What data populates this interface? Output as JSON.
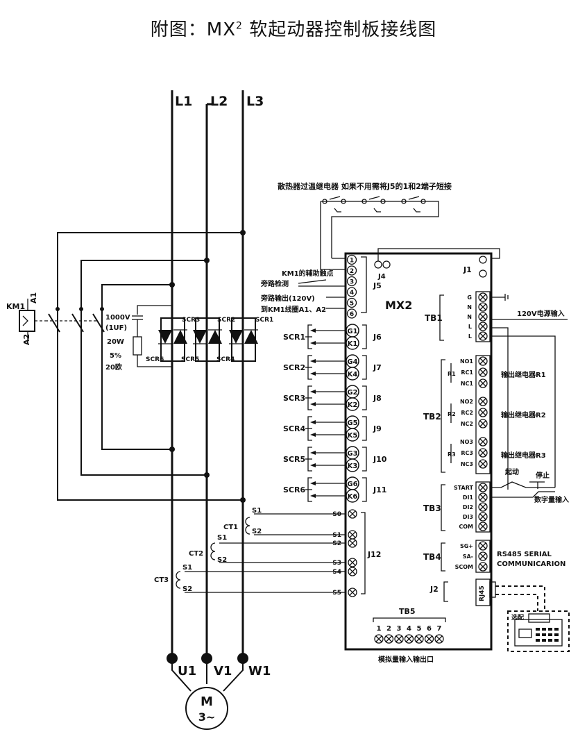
{
  "title": {
    "prefix": "附图：MX",
    "sup": "2",
    "suffix": " 软起动器控制板接线图"
  },
  "phases": {
    "l1": "L1",
    "l2": "L2",
    "l3": "L3"
  },
  "outputs": {
    "u1": "U1",
    "v1": "V1",
    "w1": "W1"
  },
  "motor": {
    "m": "M",
    "phase": "3~"
  },
  "contactor": {
    "name": "KM1",
    "a1": "A1",
    "a2": "A2"
  },
  "snubber": {
    "line1": "1000V",
    "line2": "(1UF)",
    "line3": "20W",
    "line4": "5%",
    "line5": "20欧"
  },
  "scr_labels": [
    "SCR1",
    "SCR2",
    "SCR3",
    "SCR4",
    "SCR5",
    "SCR6"
  ],
  "overload_note": "散热器过温继电器 如果不用需将J5的1和2端子短接",
  "board": {
    "name": "MX2"
  },
  "j5": {
    "label": "J5",
    "pins": [
      "1",
      "2",
      "3",
      "4",
      "5",
      "6"
    ],
    "note_km": "KM1的辅助触点",
    "note_bypass": "旁路检测",
    "note_out": "旁路输出(120V)",
    "note_coil": "到KM1线圈A1、A2"
  },
  "j4": "J4",
  "j1": "J1",
  "gate_groups": [
    {
      "name": "SCR1",
      "conn": "J6",
      "t1": "G1",
      "t2": "K1"
    },
    {
      "name": "SCR2",
      "conn": "J7",
      "t1": "G4",
      "t2": "K4"
    },
    {
      "name": "SCR3",
      "conn": "J8",
      "t1": "G2",
      "t2": "K2"
    },
    {
      "name": "SCR4",
      "conn": "J9",
      "t1": "G5",
      "t2": "K5"
    },
    {
      "name": "SCR5",
      "conn": "J10",
      "t1": "G3",
      "t2": "K3"
    },
    {
      "name": "SCR6",
      "conn": "J11",
      "t1": "G6",
      "t2": "K6"
    }
  ],
  "ct": {
    "ct1": "CT1",
    "ct2": "CT2",
    "ct3": "CT3",
    "s1": "S1",
    "s2": "S2",
    "pins": [
      "S0",
      "S1",
      "S2",
      "S3",
      "S4",
      "S5"
    ],
    "conn": "J12"
  },
  "tb1": {
    "name": "TB1",
    "pins": [
      "G",
      "N",
      "N",
      "L",
      "L"
    ],
    "note": "120V电源输入"
  },
  "tb2": {
    "name": "TB2",
    "pins": [
      "NO1",
      "RC1",
      "NC1",
      "NO2",
      "RC2",
      "NC2",
      "NO3",
      "RC3",
      "NC3"
    ],
    "relay_tags": [
      "R1",
      "R2",
      "R3"
    ],
    "notes": [
      "输出继电器R1",
      "输出继电器R2",
      "输出继电器R3"
    ]
  },
  "tb3": {
    "name": "TB3",
    "pins": [
      "START",
      "DI1",
      "DI2",
      "DI3",
      "COM"
    ],
    "start_btn": "起动",
    "stop_btn": "停止",
    "note": "数字量输入"
  },
  "tb4": {
    "name": "TB4",
    "pins": [
      "SG+",
      "SA-",
      "SCOM"
    ],
    "note1": "RS485 SERIAL",
    "note2": "COMMUNICARION"
  },
  "j2": {
    "name": "J2",
    "port": "RJ45"
  },
  "keypad": {
    "label": "选配"
  },
  "tb5": {
    "name": "TB5",
    "pins": [
      "1",
      "2",
      "3",
      "4",
      "5",
      "6",
      "7"
    ],
    "note": "模拟量输入输出口"
  }
}
